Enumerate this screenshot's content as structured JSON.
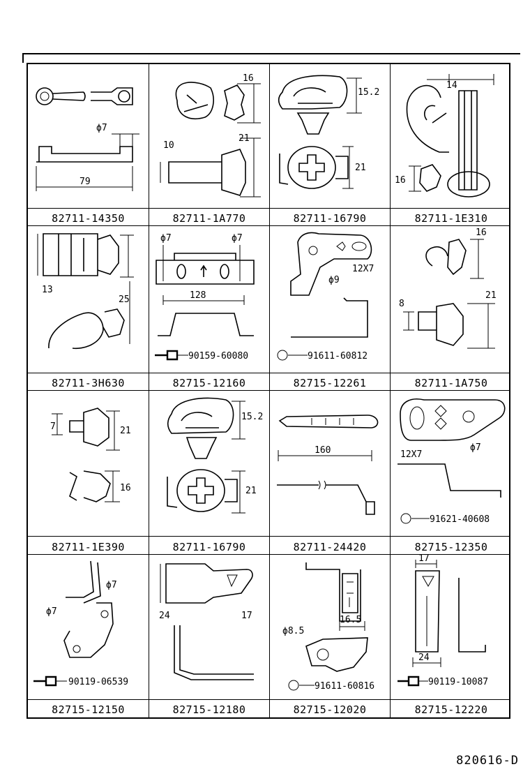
{
  "diagram_id": "820616-D",
  "cells": [
    {
      "part": "82711-14350",
      "dims": [
        "ϕ7",
        "79"
      ]
    },
    {
      "part": "82711-1A770",
      "dims": [
        "16",
        "21",
        "10"
      ]
    },
    {
      "part": "82711-16790",
      "dims": [
        "15.2",
        "21"
      ]
    },
    {
      "part": "82711-1E310",
      "dims": [
        "14",
        "16"
      ]
    },
    {
      "part": "82711-3H630",
      "dims": [
        "13",
        "25"
      ]
    },
    {
      "part": "82715-12160",
      "dims": [
        "ϕ7",
        "ϕ7",
        "128"
      ],
      "sub": "90159-60080"
    },
    {
      "part": "82715-12261",
      "dims": [
        "12X7",
        "ϕ9"
      ],
      "sub": "91611-60812"
    },
    {
      "part": "82711-1A750",
      "dims": [
        "16",
        "8",
        "21"
      ]
    },
    {
      "part": "82711-1E390",
      "dims": [
        "7",
        "21",
        "16"
      ]
    },
    {
      "part": "82711-16790",
      "dims": [
        "15.2",
        "21"
      ]
    },
    {
      "part": "82711-24420",
      "dims": [
        "160"
      ]
    },
    {
      "part": "82715-12350",
      "dims": [
        "12X7",
        "ϕ7"
      ],
      "sub": "91621-40608"
    },
    {
      "part": "82715-12150",
      "dims": [
        "ϕ7",
        "ϕ7"
      ],
      "sub": "90119-06539"
    },
    {
      "part": "82715-12180",
      "dims": [
        "24",
        "17"
      ]
    },
    {
      "part": "82715-12020",
      "dims": [
        "ϕ8.5",
        "16.5"
      ],
      "sub": "91611-60816"
    },
    {
      "part": "82715-12220",
      "dims": [
        "17",
        "24"
      ],
      "sub": "90119-10087"
    }
  ]
}
